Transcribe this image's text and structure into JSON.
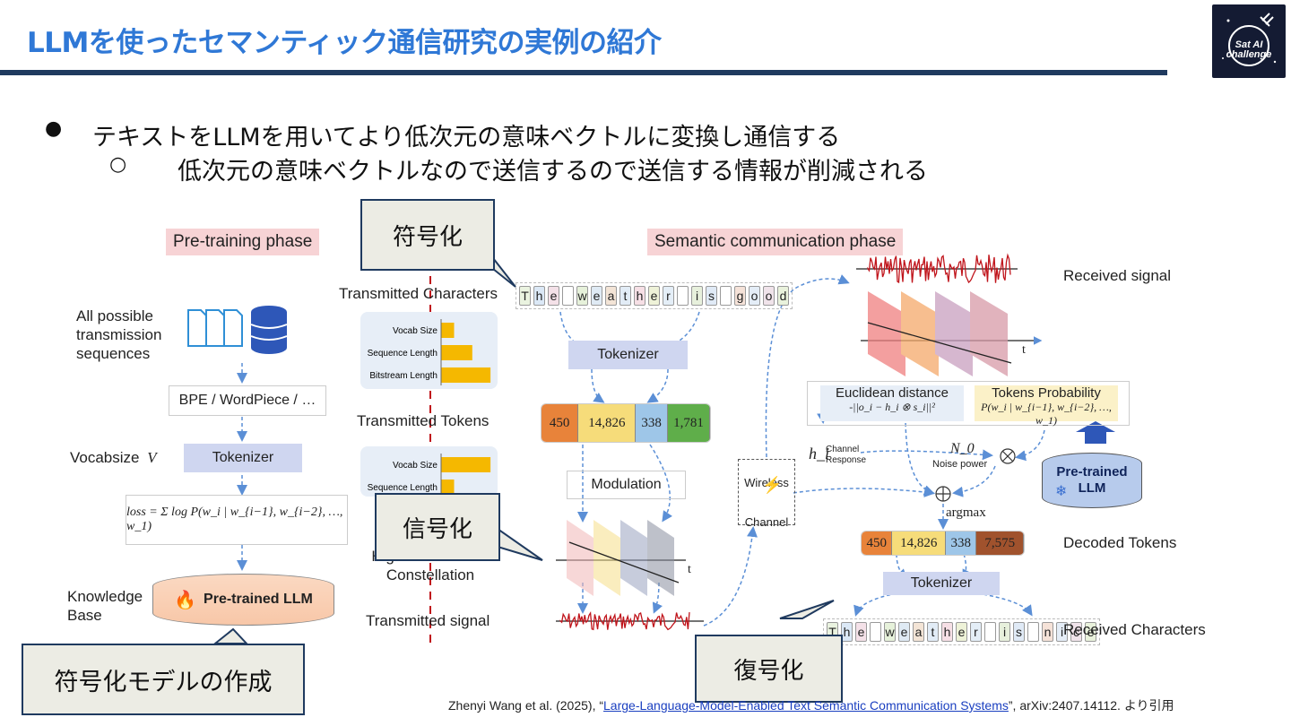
{
  "slide": {
    "title": "LLMを使ったセマンティック通信研究の実例の紹介",
    "logo_text": "Sat AI challenge",
    "bullets": [
      {
        "glyph": "●",
        "text": "テキストをLLMを用いてより低次元の意味ベクトルに変換し通信する"
      },
      {
        "glyph": "○",
        "text": "低次元の意味ベクトルなので送信するので送信する情報が削減される"
      }
    ]
  },
  "callouts": {
    "encoding": "符号化",
    "signal": "信号化",
    "decoding": "復号化",
    "model_creation": "符号化モデルの作成"
  },
  "figure": {
    "pretraining_phase": "Pre-training phase",
    "semantic_phase": "Semantic communication phase",
    "all_sequences": "All possible transmission sequences",
    "bpe": "BPE / WordPiece / …",
    "vocabsize_prefix": "Vocabsize",
    "vocabsize_var": "V",
    "tokenizer": "Tokenizer",
    "loss_eq": "loss = Σ log P(w_i | w_{i−1}, w_{i−2}, …, w_1)",
    "knowledge_base": "Knowledge Base",
    "pretrained_llm": "Pre-trained LLM",
    "transmitted_characters": "Transmitted Characters",
    "transmitted_tokens": "Transmitted Tokens",
    "constellation": "High-dimensional Constellation",
    "transmitted_signal": "Transmitted signal",
    "bar_labels": [
      "Vocab Size",
      "Sequence Length",
      "Bitstream Length"
    ],
    "bar_values_top": [
      0.25,
      0.6,
      0.95
    ],
    "bar_values_bottom": [
      0.95,
      0.25,
      0.0
    ],
    "sent_chars": [
      "T",
      "h",
      "e",
      " ",
      "w",
      "e",
      "a",
      "t",
      "h",
      "e",
      "r",
      " ",
      "i",
      "s",
      " ",
      "g",
      "o",
      "o",
      "d"
    ],
    "recv_chars": [
      "T",
      "h",
      "e",
      " ",
      "w",
      "e",
      "a",
      "t",
      "h",
      "e",
      "r",
      " ",
      "i",
      "s",
      " ",
      "n",
      "i",
      "c",
      "e"
    ],
    "tx_tokens": [
      "450",
      "14,826",
      "338",
      "1,781"
    ],
    "rx_tokens": [
      "450",
      "14,826",
      "338",
      "7,575"
    ],
    "token_colors": [
      "#e8833a",
      "#f6dc7a",
      "#9ec6e8",
      "#5fae4a"
    ],
    "rx_token_colors": [
      "#e8833a",
      "#f6dc7a",
      "#9ec6e8",
      "#a0522d"
    ],
    "modulation": "Modulation",
    "wireless_channel": "Wireless Channel",
    "hi": "h_i",
    "channel_response": "Channel Response",
    "n0": "N_0",
    "noise_power": "Noise power",
    "argmax": "argmax",
    "euclidean_distance": "Euclidean distance",
    "euclidean_eq": "-||o_i − h_i ⊗ s_i||²",
    "tokens_probability": "Tokens Probability",
    "prob_eq": "P(w_i | w_{i−1}, w_{i−2}, …, w_1)",
    "pretrained_llm_right": "Pre-trained LLM",
    "received_signal": "Received signal",
    "decoded_tokens": "Decoded Tokens",
    "received_characters": "Received Characters",
    "t_axis": "t"
  },
  "citation": {
    "prefix": "Zhenyi Wang et al. (2025), “",
    "link": "Large-Language-Model-Enabled Text Semantic Communication Systems",
    "suffix": "”, arXiv:2407.14112. より引用"
  },
  "colors": {
    "title": "#2f78d6",
    "rule": "#1f3a5f",
    "phase_bg": "#f7d3d5",
    "tokenizer_bg": "#cfd6f0",
    "signal": "#c0141b",
    "bar": "#f5b800"
  }
}
